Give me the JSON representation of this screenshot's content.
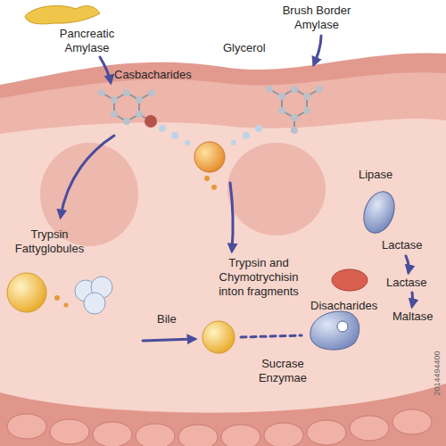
{
  "diagram": {
    "labels": [
      "Pancreatic Amylase",
      "Casbacharides",
      "Brush Border Amylase",
      "Glycerol",
      "Lipase",
      "Trypsin Fattyglobules",
      "Lactase",
      "Trypsin and Chymotrychisin inton fragments",
      "Lactase",
      "Disacharides",
      "Maltase",
      "Bile",
      "Sucrase Enzymae",
      "2014494400"
    ]
  }
}
